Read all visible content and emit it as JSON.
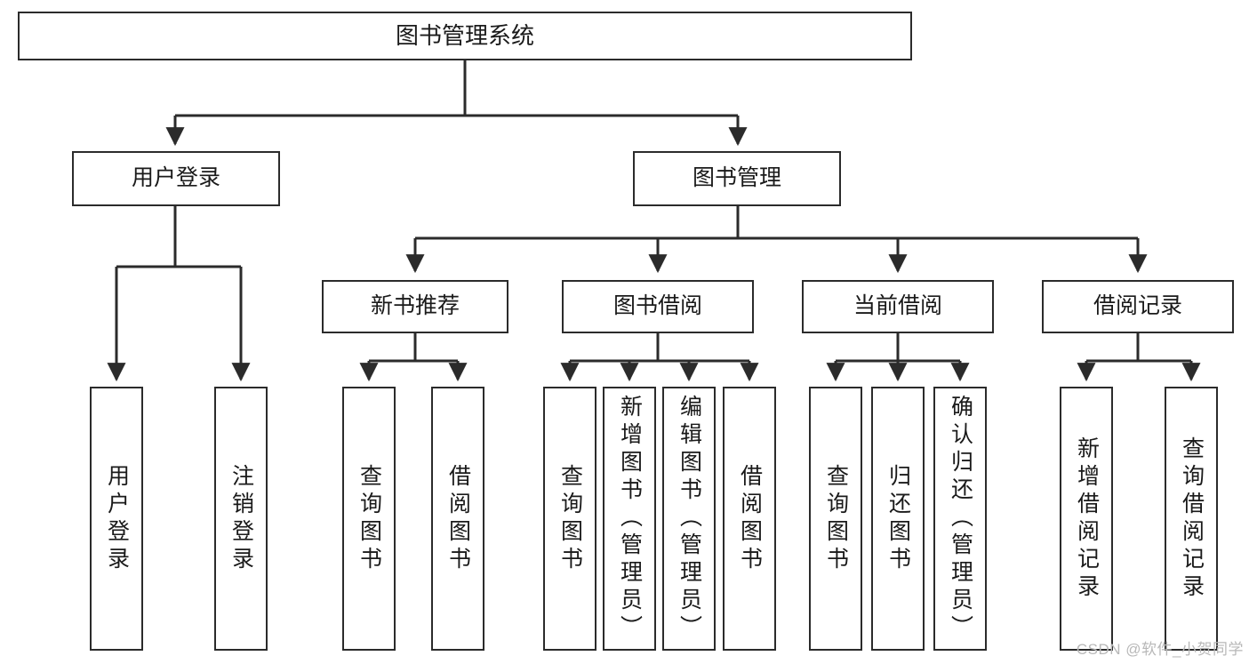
{
  "diagram": {
    "type": "tree-hierarchy",
    "title": "图书管理系统",
    "watermark": "CSDN @软件_小贺同学",
    "colors": {
      "stroke": "#2b2b2b",
      "fill": "#ffffff",
      "text": "#1a1a1a",
      "watermark": "#b8b8b8"
    },
    "nodes": {
      "root": {
        "label": "图书管理系统"
      },
      "level2": [
        {
          "id": "user-login",
          "label": "用户登录"
        },
        {
          "id": "book-management",
          "label": "图书管理"
        }
      ],
      "level3": [
        {
          "id": "new-book-recommend",
          "label": "新书推荐"
        },
        {
          "id": "book-borrow",
          "label": "图书借阅"
        },
        {
          "id": "current-borrow",
          "label": "当前借阅"
        },
        {
          "id": "borrow-record",
          "label": "借阅记录"
        }
      ],
      "leaves": {
        "user-login": [
          {
            "id": "leaf-user-login",
            "label": "用户登录"
          },
          {
            "id": "leaf-logout",
            "label": "注销登录"
          }
        ],
        "new-book-recommend": [
          {
            "id": "leaf-query-book-1",
            "label": "查询图书"
          },
          {
            "id": "leaf-borrow-book-1",
            "label": "借阅图书"
          }
        ],
        "book-borrow": [
          {
            "id": "leaf-query-book-2",
            "label": "查询图书"
          },
          {
            "id": "leaf-add-book",
            "label": "新增图书（管理员）"
          },
          {
            "id": "leaf-edit-book",
            "label": "编辑图书（管理员）"
          },
          {
            "id": "leaf-borrow-book-2",
            "label": "借阅图书"
          }
        ],
        "current-borrow": [
          {
            "id": "leaf-query-book-3",
            "label": "查询图书"
          },
          {
            "id": "leaf-return-book",
            "label": "归还图书"
          },
          {
            "id": "leaf-confirm-return",
            "label": "确认归还（管理员）"
          }
        ],
        "borrow-record": [
          {
            "id": "leaf-add-record",
            "label": "新增借阅记录"
          },
          {
            "id": "leaf-query-record",
            "label": "查询借阅记录"
          }
        ]
      }
    }
  }
}
